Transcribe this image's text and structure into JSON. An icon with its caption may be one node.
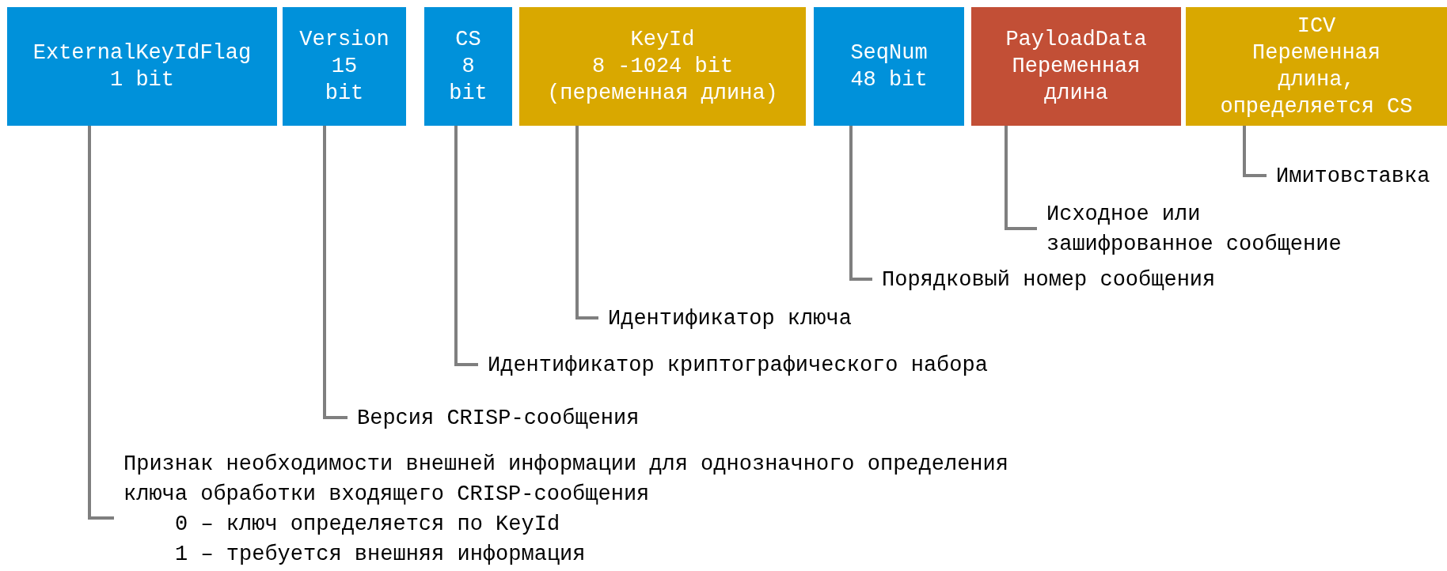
{
  "diagram": {
    "nodes": [
      {
        "text": [
          "ExternalKeyIdFlag",
          "1 bit"
        ]
      },
      {
        "text": [
          "Version",
          "15 bit"
        ]
      },
      {
        "text": [
          "CS",
          "8 bit"
        ]
      },
      {
        "text": [
          "KeyId",
          "8 -1024 bit",
          "(переменная длина)"
        ]
      },
      {
        "text": [
          "SeqNum",
          "48 bit"
        ]
      },
      {
        "text": [
          "PayloadData",
          "Переменная длина"
        ]
      },
      {
        "text": [
          "ICV",
          "Переменная длина, определяется CS"
        ]
      },
      {
        "text": [
          "Имитовставка"
        ]
      },
      {
        "text": [
          "Исходное или зашифрованное сообщение"
        ]
      },
      {
        "text": [
          "Порядковый номер сообщения"
        ]
      },
      {
        "text": [
          "Идентификатор ключа"
        ]
      },
      {
        "text": [
          "Идентификатор криптографического набора"
        ]
      },
      {
        "text": [
          "Версия CRISP-сообщения"
        ]
      },
      {
        "text": [
          "Признак необходимости внешней информации для однозначного определения ключа обработки входящего CRISP-сообщения",
          "0 – ключ определяется по KeyId",
          "1 – требуется внешняя информация"
        ]
      }
    ],
    "edges": [
      {
        "from": 6,
        "to": 7,
        "arrow": "none"
      },
      {
        "from": 5,
        "to": 8,
        "arrow": "none"
      },
      {
        "from": 4,
        "to": 9,
        "arrow": "none"
      },
      {
        "from": 3,
        "to": 10,
        "arrow": "none"
      },
      {
        "from": 2,
        "to": 11,
        "arrow": "none"
      },
      {
        "from": 1,
        "to": 12,
        "arrow": "none"
      },
      {
        "from": 0,
        "to": 13,
        "arrow": "none"
      }
    ]
  }
}
